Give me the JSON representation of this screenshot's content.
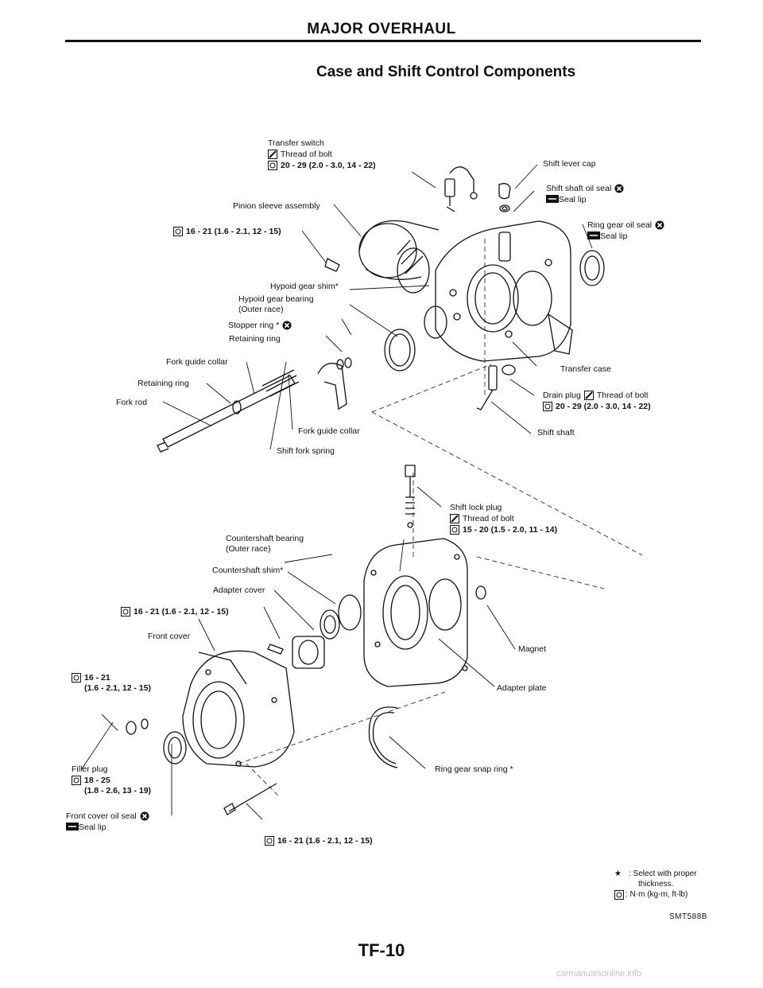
{
  "header": {
    "title": "MAJOR OVERHAUL",
    "section_title": "Case and Shift Control Components"
  },
  "labels": {
    "transfer_switch": "Transfer switch",
    "transfer_switch_thread": "Thread of bolt",
    "transfer_switch_torque": "20 - 29 (2.0 - 3.0, 14 - 22)",
    "shift_lever_cap": "Shift lever cap",
    "shift_shaft_oil_seal": "Shift shaft oil seal",
    "shift_shaft_oil_seal_lip": "Seal lip",
    "pinion_sleeve_assembly": "Pinion sleeve assembly",
    "pinion_torque": "16 - 21 (1.6 - 2.1, 12 - 15)",
    "ring_gear_oil_seal": "Ring gear oil seal",
    "ring_gear_oil_seal_lip": "Seal lip",
    "hypoid_gear_shim": "Hypoid gear shim*",
    "hypoid_gear_bearing_1": "Hypoid gear bearing",
    "hypoid_gear_bearing_2": "(Outer race)",
    "stopper_ring": "Stopper ring *",
    "retaining_ring_upper": "Retaining ring",
    "fork_guide_collar_upper": "Fork guide collar",
    "retaining_ring_lower": "Retaining ring",
    "fork_rod": "Fork rod",
    "transfer_case": "Transfer case",
    "drain_plug": "Drain plug",
    "drain_plug_thread": "Thread of bolt",
    "drain_plug_torque": "20 - 29 (2.0 - 3.0, 14 - 22)",
    "fork_guide_collar_lower": "Fork guide collar",
    "shift_shaft": "Shift shaft",
    "shift_fork_spring": "Shift fork spring",
    "shift_lock_plug": "Shift lock plug",
    "shift_lock_plug_thread": "Thread of bolt",
    "shift_lock_plug_torque": "15 - 20 (1.5 - 2.0, 11 - 14)",
    "countershaft_bearing_1": "Countershaft bearing",
    "countershaft_bearing_2": "(Outer race)",
    "countershaft_shim": "Countershaft shim*",
    "adapter_cover": "Adapter cover",
    "adapter_cover_torque": "16 - 21 (1.6 - 2.1, 12 - 15)",
    "front_cover": "Front cover",
    "front_cover_torque_1": "16 - 21",
    "front_cover_torque_2": "(1.6 - 2.1, 12 - 15)",
    "magnet": "Magnet",
    "adapter_plate": "Adapter plate",
    "filler_plug": "Filler plug",
    "filler_plug_torque_1": "18 - 25",
    "filler_plug_torque_2": "(1.8 - 2.6, 13 - 19)",
    "ring_gear_snap_ring": "Ring gear snap ring *",
    "front_cover_oil_seal": "Front cover oil seal",
    "front_cover_oil_seal_lip": "Seal lip",
    "bottom_bolt_torque": "16 - 21 (1.6 - 2.1, 12 - 15)"
  },
  "legend": {
    "star_symbol": "★",
    "star_text": ": Select with proper",
    "star_text_2": "thickness.",
    "torque_text": ": N·m (kg-m, ft-lb)"
  },
  "figure_code": "SMT588B",
  "page_number": "TF-10",
  "watermark": "carmanualsonline.info"
}
